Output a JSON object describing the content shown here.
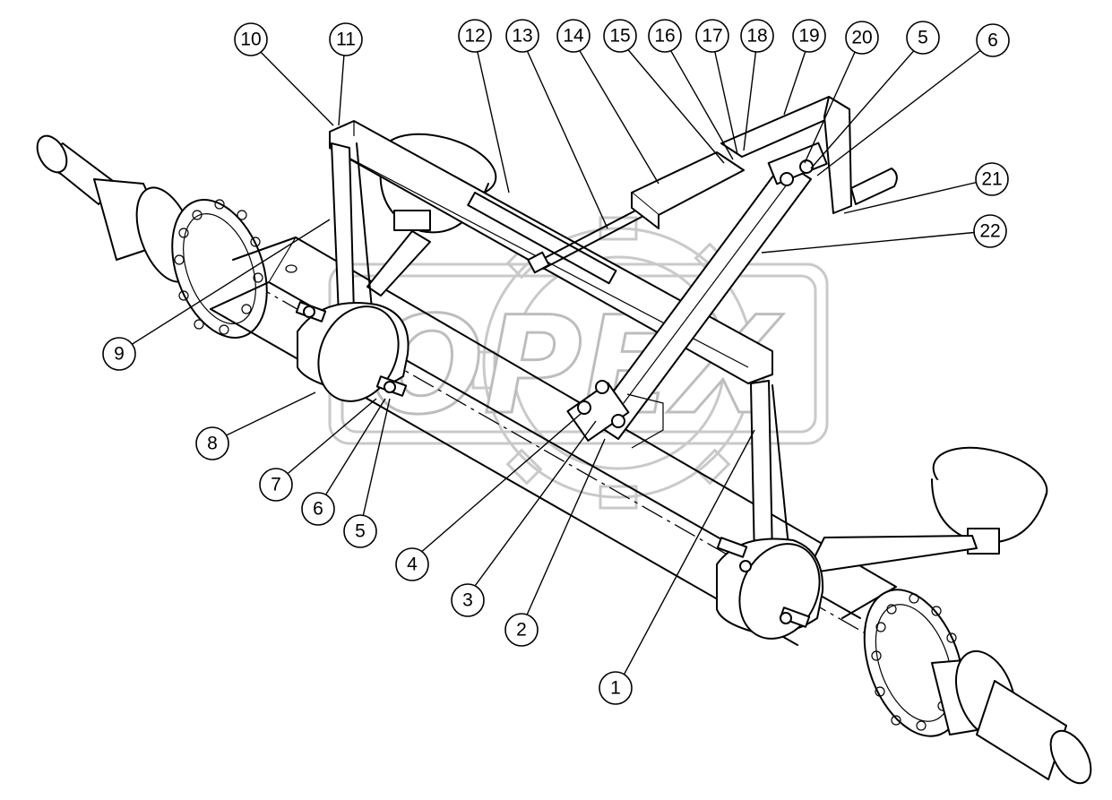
{
  "watermark": {
    "brand": "OPEX",
    "color": "#c9c9c9"
  },
  "callouts": [
    {
      "id": "c1",
      "label": "1"
    },
    {
      "id": "c2",
      "label": "2"
    },
    {
      "id": "c3",
      "label": "3"
    },
    {
      "id": "c4",
      "label": "4"
    },
    {
      "id": "c5a",
      "label": "5"
    },
    {
      "id": "c5b",
      "label": "5"
    },
    {
      "id": "c6a",
      "label": "6"
    },
    {
      "id": "c6b",
      "label": "6"
    },
    {
      "id": "c7",
      "label": "7"
    },
    {
      "id": "c8",
      "label": "8"
    },
    {
      "id": "c9",
      "label": "9"
    },
    {
      "id": "c10",
      "label": "10"
    },
    {
      "id": "c11",
      "label": "11"
    },
    {
      "id": "c12",
      "label": "12"
    },
    {
      "id": "c13",
      "label": "13"
    },
    {
      "id": "c14",
      "label": "14"
    },
    {
      "id": "c15",
      "label": "15"
    },
    {
      "id": "c16",
      "label": "16"
    },
    {
      "id": "c17",
      "label": "17"
    },
    {
      "id": "c18",
      "label": "18"
    },
    {
      "id": "c19",
      "label": "19"
    },
    {
      "id": "c20",
      "label": "20"
    },
    {
      "id": "c21",
      "label": "21"
    },
    {
      "id": "c22",
      "label": "22"
    }
  ]
}
